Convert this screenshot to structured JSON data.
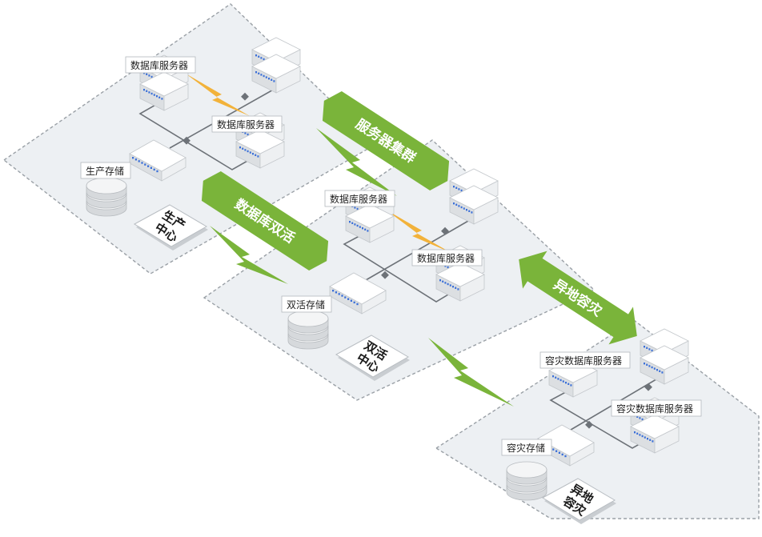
{
  "colors": {
    "zone_fill": "#edf0f3",
    "zone_border": "#9aa0a6",
    "green": "#7ab43a",
    "green_dark": "#5e9a26",
    "orange_bolt": "#f2b23a",
    "line": "#6d7278"
  },
  "zones": [
    {
      "key": "production",
      "label_line1": "生产",
      "label_line2": "中心"
    },
    {
      "key": "active",
      "label_line1": "双活",
      "label_line2": "中心"
    },
    {
      "key": "remote",
      "label_line1": "异地",
      "label_line2": "容灾"
    }
  ],
  "labels": {
    "prod_server_1": "数据库服务器",
    "prod_server_2": "数据库服务器",
    "prod_storage": "生产存储",
    "active_server_1": "数据库服务器",
    "active_server_2": "数据库服务器",
    "active_storage": "双活存储",
    "dr_server_1": "容灾数据库服务器",
    "dr_server_2": "容灾数据库服务器",
    "dr_storage": "容灾存储"
  },
  "banners": {
    "cluster": "服务器集群",
    "db_active": "数据库双活",
    "remote_dr": "异地容灾"
  },
  "icons": {
    "server": "server-icon",
    "storage": "disk-storage-icon",
    "switch": "switch-icon",
    "bolt": "lightning-bolt-icon",
    "arrow": "double-arrow-icon"
  }
}
